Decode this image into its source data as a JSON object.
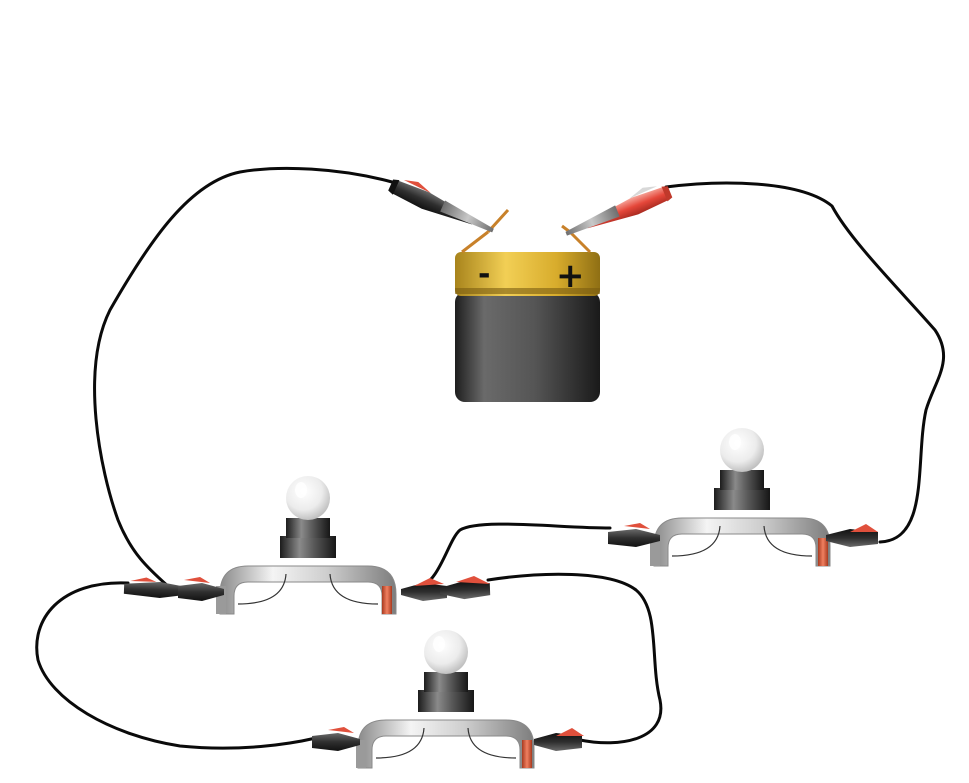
{
  "battery": {
    "negative_label": "-",
    "positive_label": "+"
  },
  "components": {
    "bulbs": [
      "bulb-left",
      "bulb-right",
      "bulb-bottom"
    ],
    "wires": [
      "wire-negative-to-left-bulb",
      "wire-positive-to-right-bulb",
      "wire-left-bulb-to-right-bulb",
      "wire-left-bulb-to-bottom-bulb-left",
      "wire-left-bulb-to-bottom-bulb-right"
    ]
  },
  "colors": {
    "wire": "#0a0a0a",
    "battery_cap": "#d9ad2e",
    "battery_body": "#4a4a4a",
    "clip_red": "#e04a3a",
    "clip_black": "#3a3a3a",
    "socket_metal": "#bdbdbd",
    "terminal_copper": "#d9603a",
    "bulb_glass": "#eeeeee"
  }
}
